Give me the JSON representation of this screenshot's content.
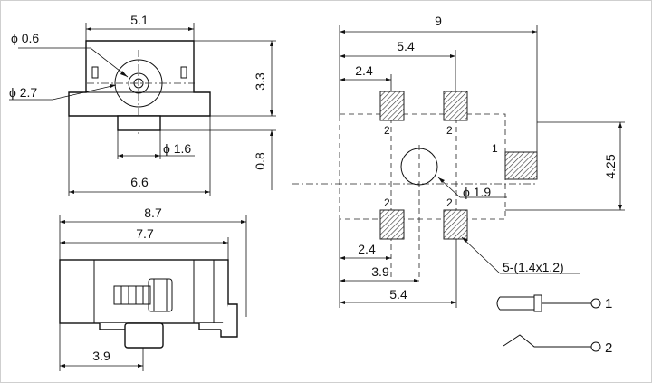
{
  "front_view": {
    "width_top": "5.1",
    "hole_diameter": "ϕ 0.6",
    "outer_diameter": "ϕ 2.7",
    "height": "3.3",
    "pin_diameter": "ϕ 1.6",
    "pin_offset": "0.8",
    "base_width": "6.6"
  },
  "side_view": {
    "overall_length": "8.7",
    "body_length": "7.7",
    "pin_position": "3.9"
  },
  "footprint": {
    "total_width": "9",
    "pad_span_top": "5.4",
    "pad_offset_top": "2.4",
    "pad_label_top_left": "2",
    "pad_label_top_right": "2",
    "pad_label_bottom_left": "2",
    "pad_label_bottom_right": "2",
    "pad_label_side": "1",
    "vertical_span": "4.25",
    "hole_diameter": "ϕ 1.9",
    "pad_offset_bottom": "2.4",
    "pad_span_mid": "3.9",
    "pad_span_bottom": "5.4",
    "pad_size": "5-(1.4x1.2)"
  },
  "schematic": {
    "pin1_label": "1",
    "pin2_label": "2"
  }
}
